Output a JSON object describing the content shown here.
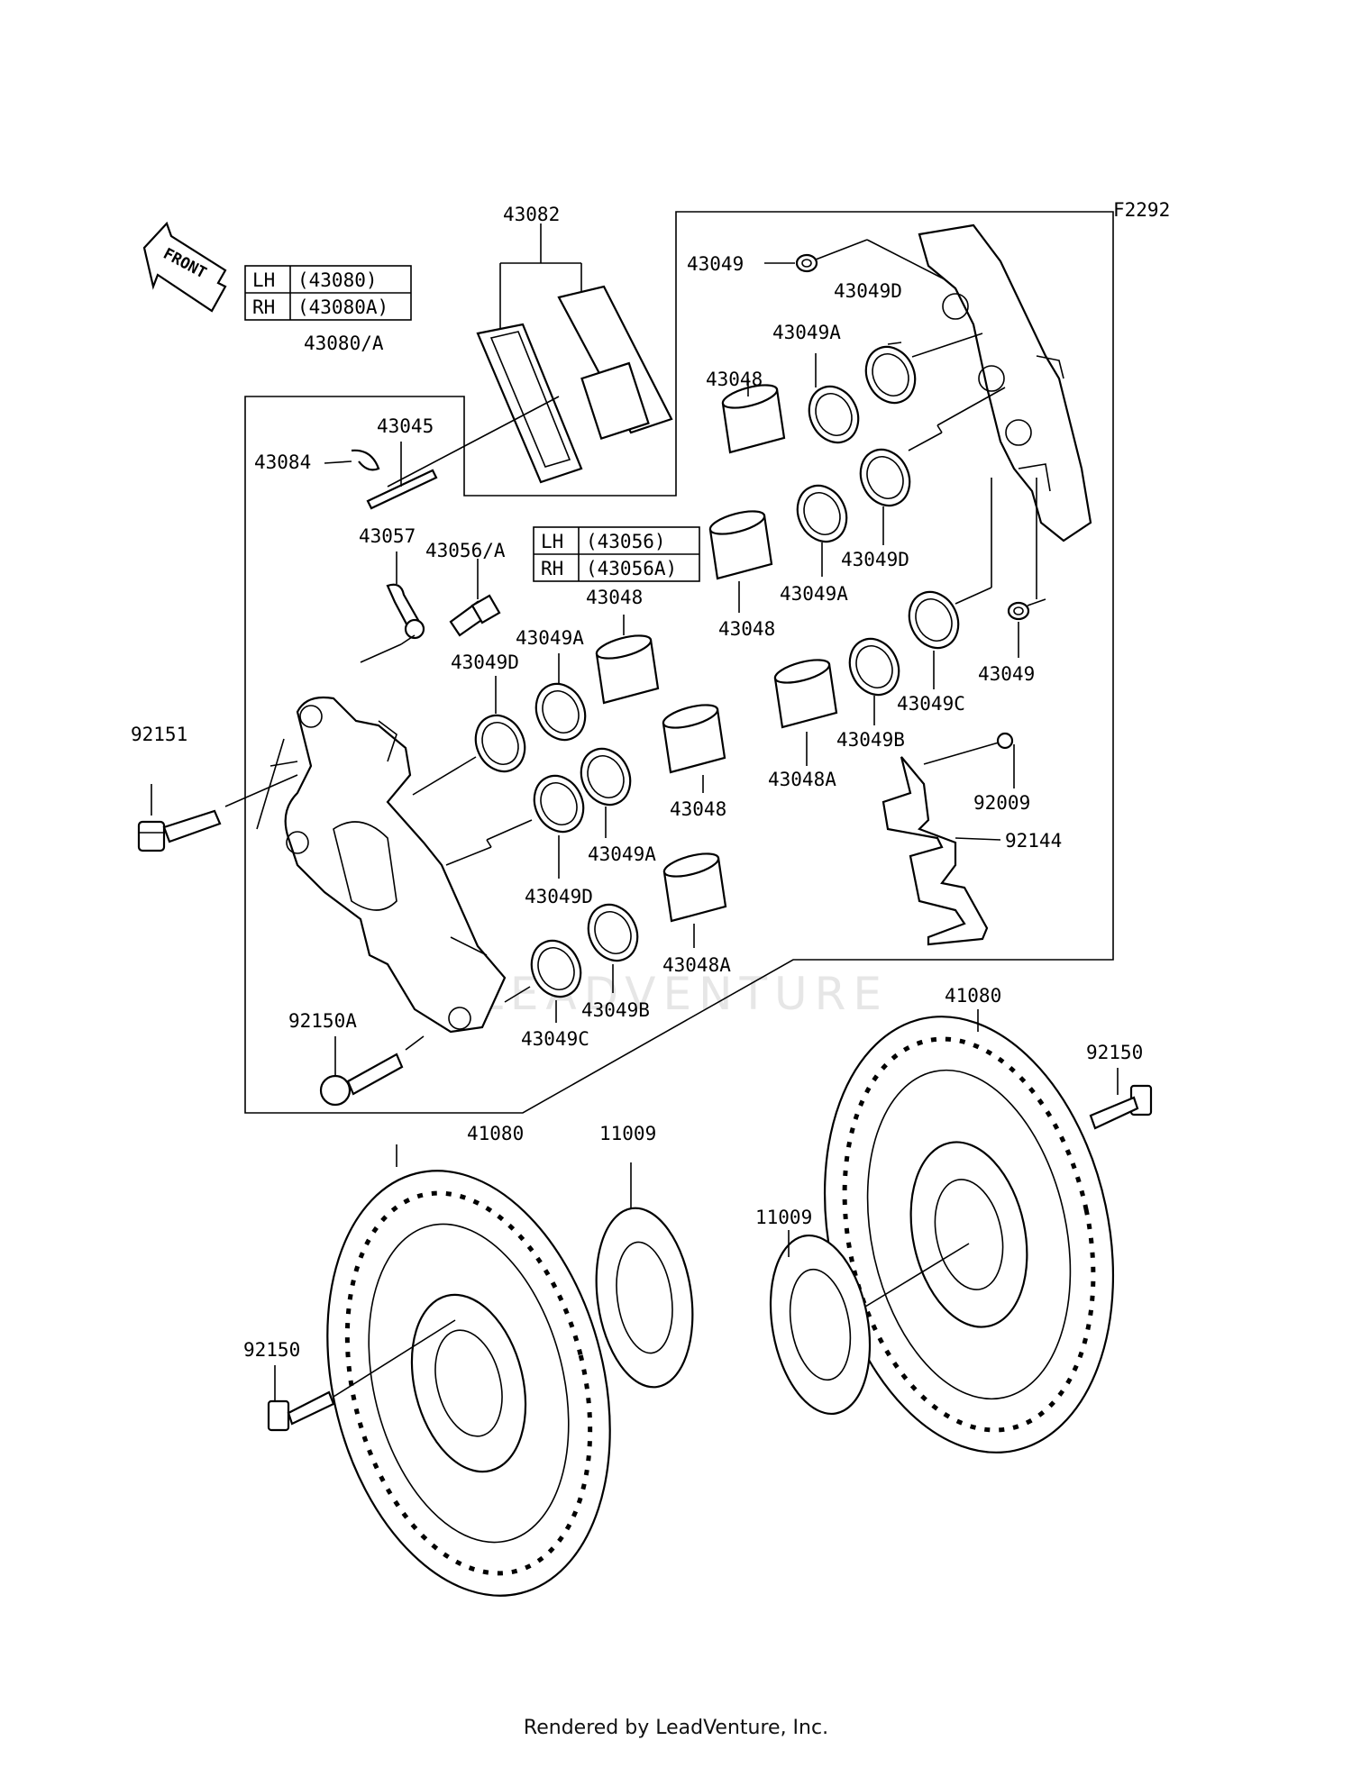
{
  "diagram_code": "F2292",
  "front_label": "FRONT",
  "watermark": "LEADVENTURE",
  "footer": "Rendered by LeadVenture, Inc.",
  "caliper_table": {
    "lh_label": "LH",
    "lh_value": "(43080)",
    "rh_label": "RH",
    "rh_value": "(43080A)"
  },
  "bleed_table": {
    "lh_label": "LH",
    "lh_value": "(43056)",
    "rh_label": "RH",
    "rh_value": "(43056A)"
  },
  "labels": {
    "caliper": "43080/A",
    "pad_set": "43082",
    "pin": "43045",
    "clip": "43084",
    "valve_cap": "43057",
    "bleed_valve": "43056/A",
    "caliper_bolt": "92151",
    "caliper_bolt_lower": "92150A",
    "seal_d_top_right": "43049D",
    "seal_a_top_right": "43049A",
    "piston_top_right": "43048",
    "washer_top": "43049",
    "seal_d_mid_right": "43049D",
    "seal_a_mid_right": "43049A",
    "piston_mid_right": "43048",
    "washer_right": "43049",
    "seal_c_right": "43049C",
    "seal_b_right": "43049B",
    "piston_a_right": "43048A",
    "bleeder_screw": "92009",
    "pad_spring": "92144",
    "piston_left_top": "43048",
    "seal_a_left_top": "43049A",
    "seal_d_left_top": "43049D",
    "piston_left_mid": "43048",
    "seal_a_left_mid": "43049A",
    "seal_d_left_mid": "43049D",
    "piston_a_left": "43048A",
    "seal_b_left": "43049B",
    "seal_c_left": "43049C",
    "disc_left": "41080",
    "shim_left": "11009",
    "bolt_left": "92150",
    "disc_right": "41080",
    "shim_right": "11009",
    "bolt_right": "92150"
  }
}
